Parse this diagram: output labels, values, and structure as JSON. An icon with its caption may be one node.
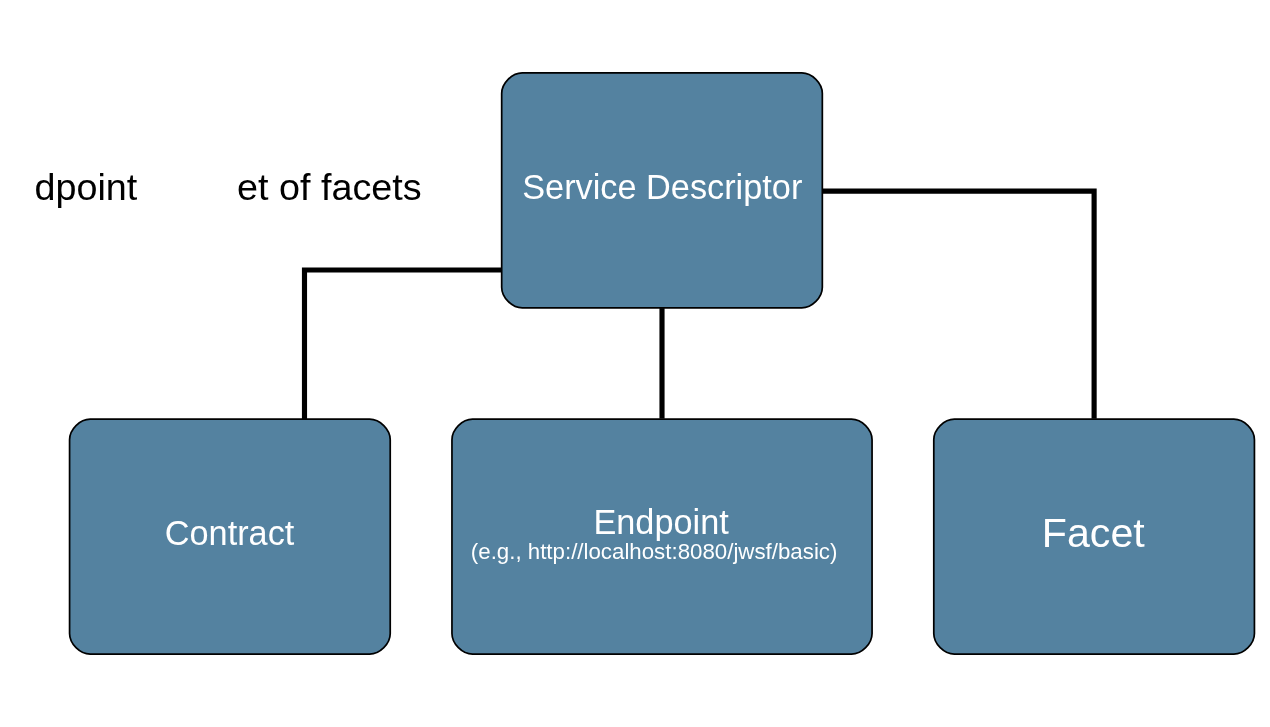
{
  "diagram": {
    "nodes": [
      {
        "text": [
          "Service Descriptor"
        ]
      },
      {
        "text": [
          "Contract"
        ]
      },
      {
        "text": [
          "Endpoint",
          "(e.g., http://localhost:8080/jwsf/basic)"
        ]
      },
      {
        "text": [
          "Facet"
        ]
      }
    ],
    "edges": [
      {
        "from": 0,
        "to": 1,
        "arrow": "none"
      },
      {
        "from": 0,
        "to": 2,
        "arrow": "none"
      },
      {
        "from": 0,
        "to": 3,
        "arrow": "none"
      }
    ],
    "labels": [
      "dpoint",
      "et of facets"
    ]
  }
}
